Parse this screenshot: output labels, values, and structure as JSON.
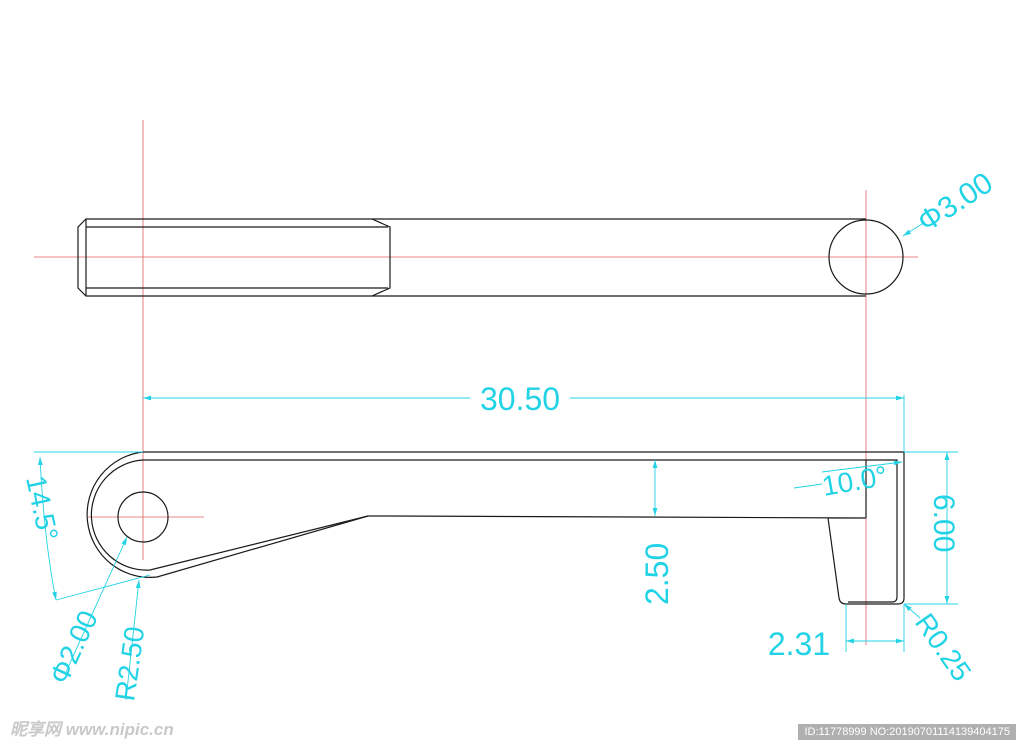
{
  "dimensions": {
    "length": "30.50",
    "top_diameter": "Φ3.00",
    "angle_left": "14.5°",
    "angle_right": "10.0°",
    "thickness": "2.50",
    "hook_height": "6.00",
    "hole_diameter": "Φ2.00",
    "end_radius": "R2.50",
    "hook_width": "2.31",
    "corner_radius": "R0.25"
  },
  "watermark": {
    "site": "昵享网 www.nipic.cn",
    "image_id": "ID:11778999 NO:20190701114139404175"
  },
  "colors": {
    "object": "#1a1a1a",
    "centerline": "#e06060",
    "dimension": "#22d3e6"
  }
}
